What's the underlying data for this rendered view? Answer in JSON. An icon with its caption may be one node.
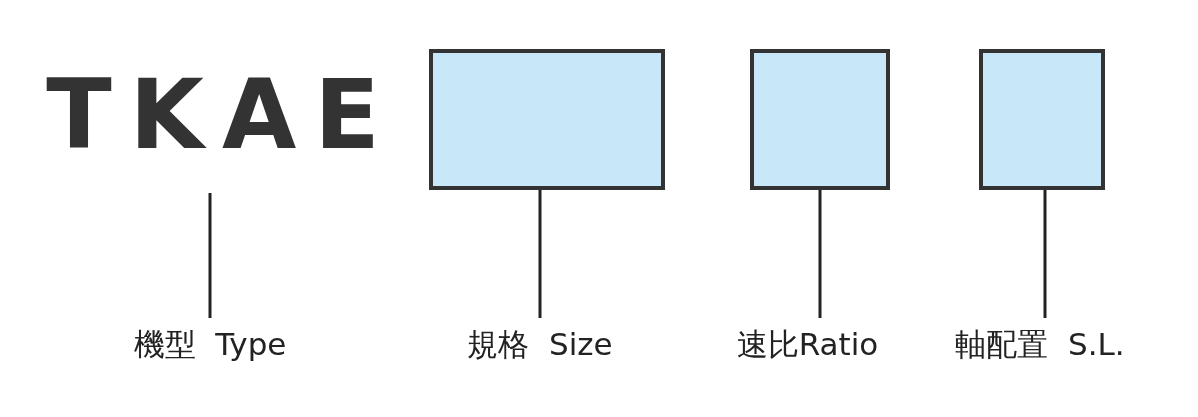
{
  "diagram": {
    "nodes": [
      {
        "text": [
          "TKAE"
        ]
      },
      {
        "text": [],
        "shape": "box"
      },
      {
        "text": [],
        "shape": "box"
      },
      {
        "text": [],
        "shape": "box"
      },
      {
        "text": [
          "機型  Type"
        ]
      },
      {
        "text": [
          "規格  Size"
        ]
      },
      {
        "text": [
          "速比Ratio"
        ]
      },
      {
        "text": [
          "軸配置  S.L."
        ]
      }
    ],
    "edges": [
      {
        "from": 4,
        "to": 0,
        "arrow": "none"
      },
      {
        "from": 5,
        "to": 1,
        "arrow": "none"
      },
      {
        "from": 6,
        "to": 2,
        "arrow": "none"
      },
      {
        "from": 7,
        "to": 3,
        "arrow": "none"
      }
    ]
  }
}
